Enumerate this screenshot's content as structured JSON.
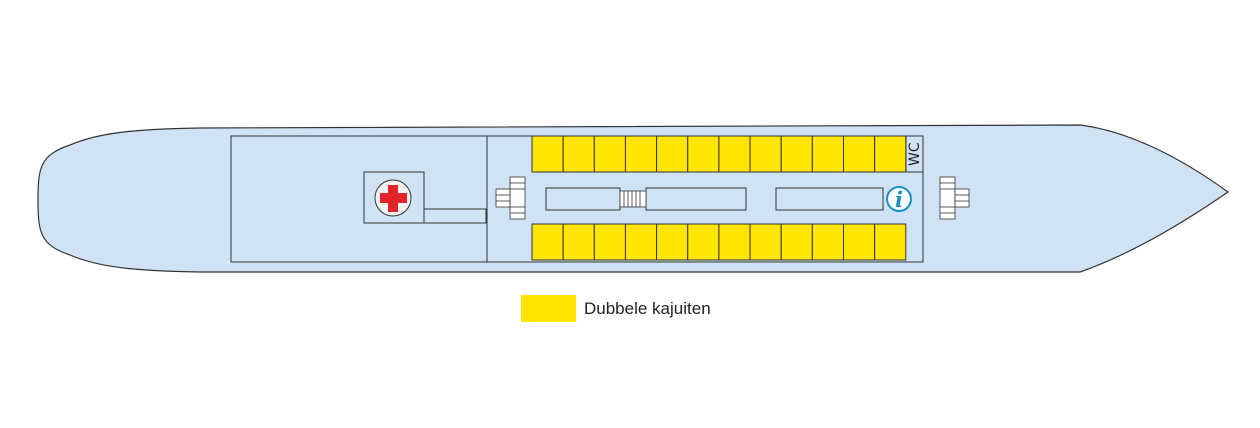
{
  "deck": {
    "wc_label": "WC",
    "info_label": "i",
    "cabins_top_count": 12,
    "cabins_bottom_count": 12
  },
  "legend": {
    "double_cabins_label": "Dubbele kajuiten"
  },
  "colors": {
    "hull_fill": "#cfe3f5",
    "outline": "#333333",
    "cabin_fill": "#ffe600",
    "medical_cross": "#e2232a",
    "info_accent": "#1a8fc9"
  }
}
